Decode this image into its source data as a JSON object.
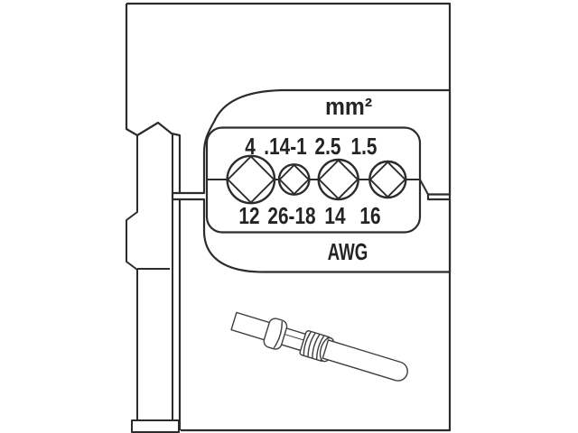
{
  "illustration": {
    "title": "crimp-insert-cross-section",
    "unit_label_top": "mm²",
    "unit_label_bottom": "AWG",
    "openings": [
      {
        "mm2": "4",
        "awg": "12"
      },
      {
        "mm2": ".14-1",
        "awg": "26-18"
      },
      {
        "mm2": "2.5",
        "awg": "14"
      },
      {
        "mm2": "1.5",
        "awg": "16"
      }
    ]
  },
  "colors": {
    "background": "#ffffff",
    "line": "#2c2c2c",
    "pin_line": "#3e3e3e",
    "text": "#242424"
  }
}
